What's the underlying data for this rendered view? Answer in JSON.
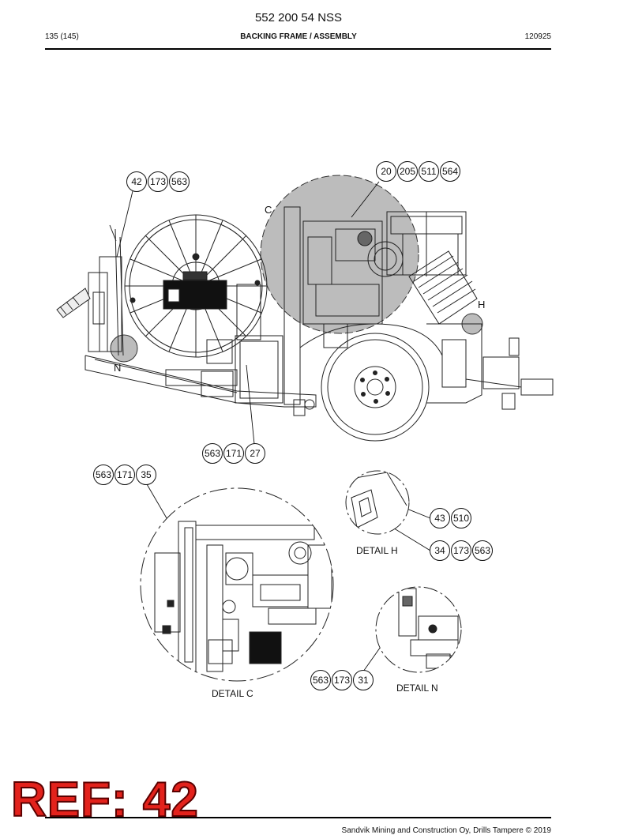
{
  "header": {
    "doc_number": "552 200 54 NSS",
    "page_count": "135 (145)",
    "title": "BACKING FRAME / ASSEMBLY",
    "date": "120925"
  },
  "drawing": {
    "callouts": {
      "top_left": [
        "42",
        "173",
        "563"
      ],
      "top_right": [
        "20",
        "205",
        "511",
        "564"
      ],
      "mid": [
        "563",
        "171",
        "27"
      ],
      "detail_c": [
        "563",
        "171",
        "35"
      ],
      "detail_h_upper": [
        "43",
        "510"
      ],
      "detail_h_lower": [
        "34",
        "173",
        "563"
      ],
      "detail_n": [
        "563",
        "173",
        "31"
      ]
    },
    "detail_letters": {
      "c": "C",
      "h": "H",
      "n": "N"
    },
    "detail_labels": {
      "h": "DETAIL H",
      "c": "DETAIL C",
      "n": "DETAIL N"
    }
  },
  "stamp": {
    "text": "REF: 42"
  },
  "footer": {
    "text": "Sandvik Mining and Construction Oy, Drills Tampere © 2019"
  }
}
